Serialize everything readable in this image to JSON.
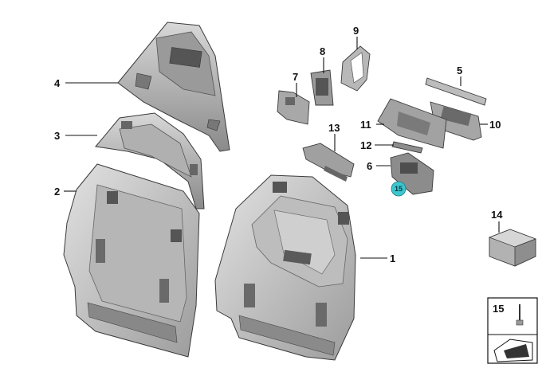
{
  "callouts": {
    "p1": "1",
    "p2": "2",
    "p3": "3",
    "p4": "4",
    "p5": "5",
    "p6": "6",
    "p7": "7",
    "p8": "8",
    "p9": "9",
    "p10": "10",
    "p11": "11",
    "p12": "12",
    "p13": "13",
    "p14": "14"
  },
  "badge": "15",
  "legend_box": {
    "number": "15"
  },
  "colors": {
    "part_fill": "#c8c8c8",
    "part_dark": "#6e6e6e",
    "part_outline": "#3a3a3a",
    "badge_fill": "#3cc6cf"
  }
}
